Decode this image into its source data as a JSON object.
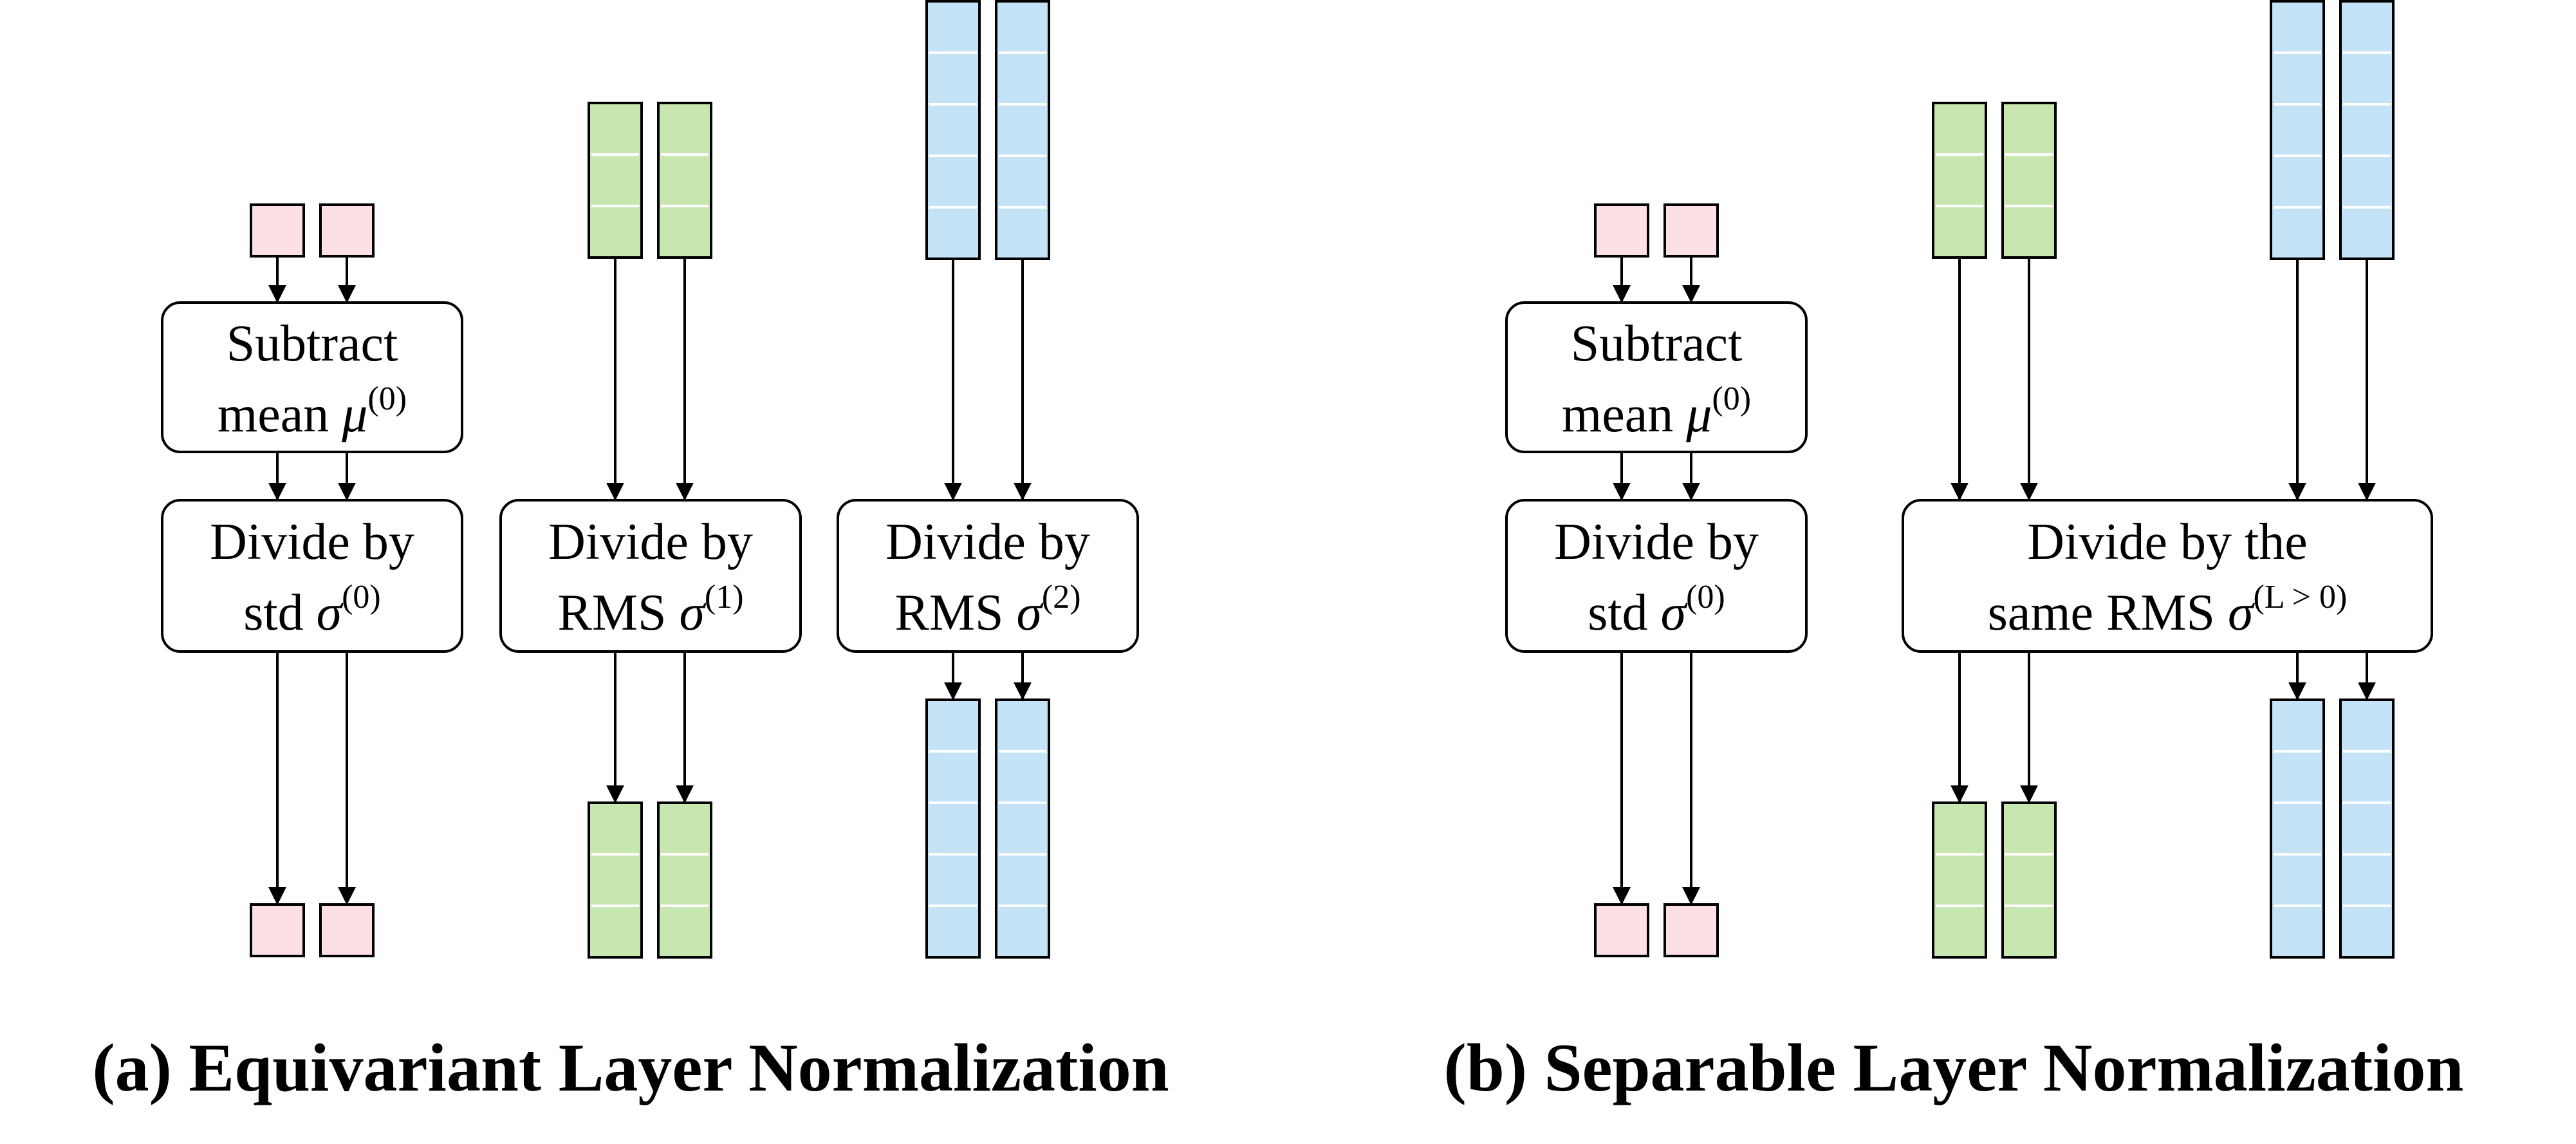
{
  "colors": {
    "pink": "#fde0e3",
    "green": "#c8e6b0",
    "blue": "#c5e3f6",
    "stroke": "#000000"
  },
  "panel_a": {
    "caption": "(a) Equivariant Layer Normalization",
    "subtract_line1": "Subtract",
    "subtract_line2": "mean ",
    "subtract_symbol": "μ",
    "subtract_sup": "(0)",
    "divide_std_line1": "Divide by",
    "divide_std_line2": "std ",
    "divide_std_symbol": "σ",
    "divide_std_sup": "(0)",
    "divide_rms1_line1": "Divide by",
    "divide_rms1_line2": "RMS ",
    "divide_rms1_symbol": "σ",
    "divide_rms1_sup": "(1)",
    "divide_rms2_line1": "Divide by",
    "divide_rms2_line2": "RMS ",
    "divide_rms2_symbol": "σ",
    "divide_rms2_sup": "(2)"
  },
  "panel_b": {
    "caption": "(b) Separable Layer Normalization",
    "subtract_line1": "Subtract",
    "subtract_line2": "mean ",
    "subtract_symbol": "μ",
    "subtract_sup": "(0)",
    "divide_std_line1": "Divide by",
    "divide_std_line2": "std ",
    "divide_std_symbol": "σ",
    "divide_std_sup": "(0)",
    "divide_same_line1": "Divide by the",
    "divide_same_line2": "same RMS ",
    "divide_same_symbol": "σ",
    "divide_same_sup": "(L > 0)"
  }
}
